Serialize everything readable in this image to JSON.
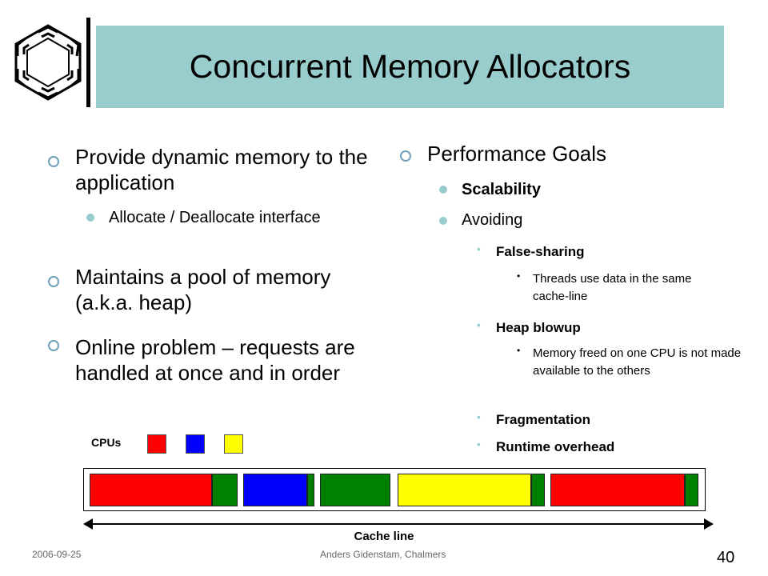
{
  "slide": {
    "title": "Concurrent Memory Allocators",
    "left": {
      "item1": "Provide dynamic memory to the application",
      "item1_sub": "Allocate / Deallocate interface",
      "item2": "Maintains a pool of memory (a.k.a. heap)",
      "item3": "Online problem – requests are handled at once and in order"
    },
    "right": {
      "heading": "Performance Goals",
      "scalability": "Scalability",
      "avoiding": "Avoiding",
      "false_sharing": "False-sharing",
      "false_sharing_detail": "Threads use data in the same cache-line",
      "heap_blowup": "Heap blowup",
      "heap_blowup_detail": "Memory freed on one CPU is not made available to the others",
      "fragmentation": "Fragmentation",
      "runtime_overhead": "Runtime overhead"
    },
    "diagram": {
      "cpus_label": "CPUs",
      "cache_line_label": "Cache line",
      "cpu_colors": [
        "#ff0000",
        "#0000ff",
        "#ffff00"
      ],
      "segment_colors": [
        "#ff0000",
        "#008000",
        "#0000ff",
        "#008000",
        "#008000",
        "#ffff00",
        "#008000",
        "#ff0000",
        "#008000"
      ]
    },
    "footer": {
      "date": "2006-09-25",
      "author": "Anders Gidenstam, Chalmers",
      "page": "40"
    }
  }
}
